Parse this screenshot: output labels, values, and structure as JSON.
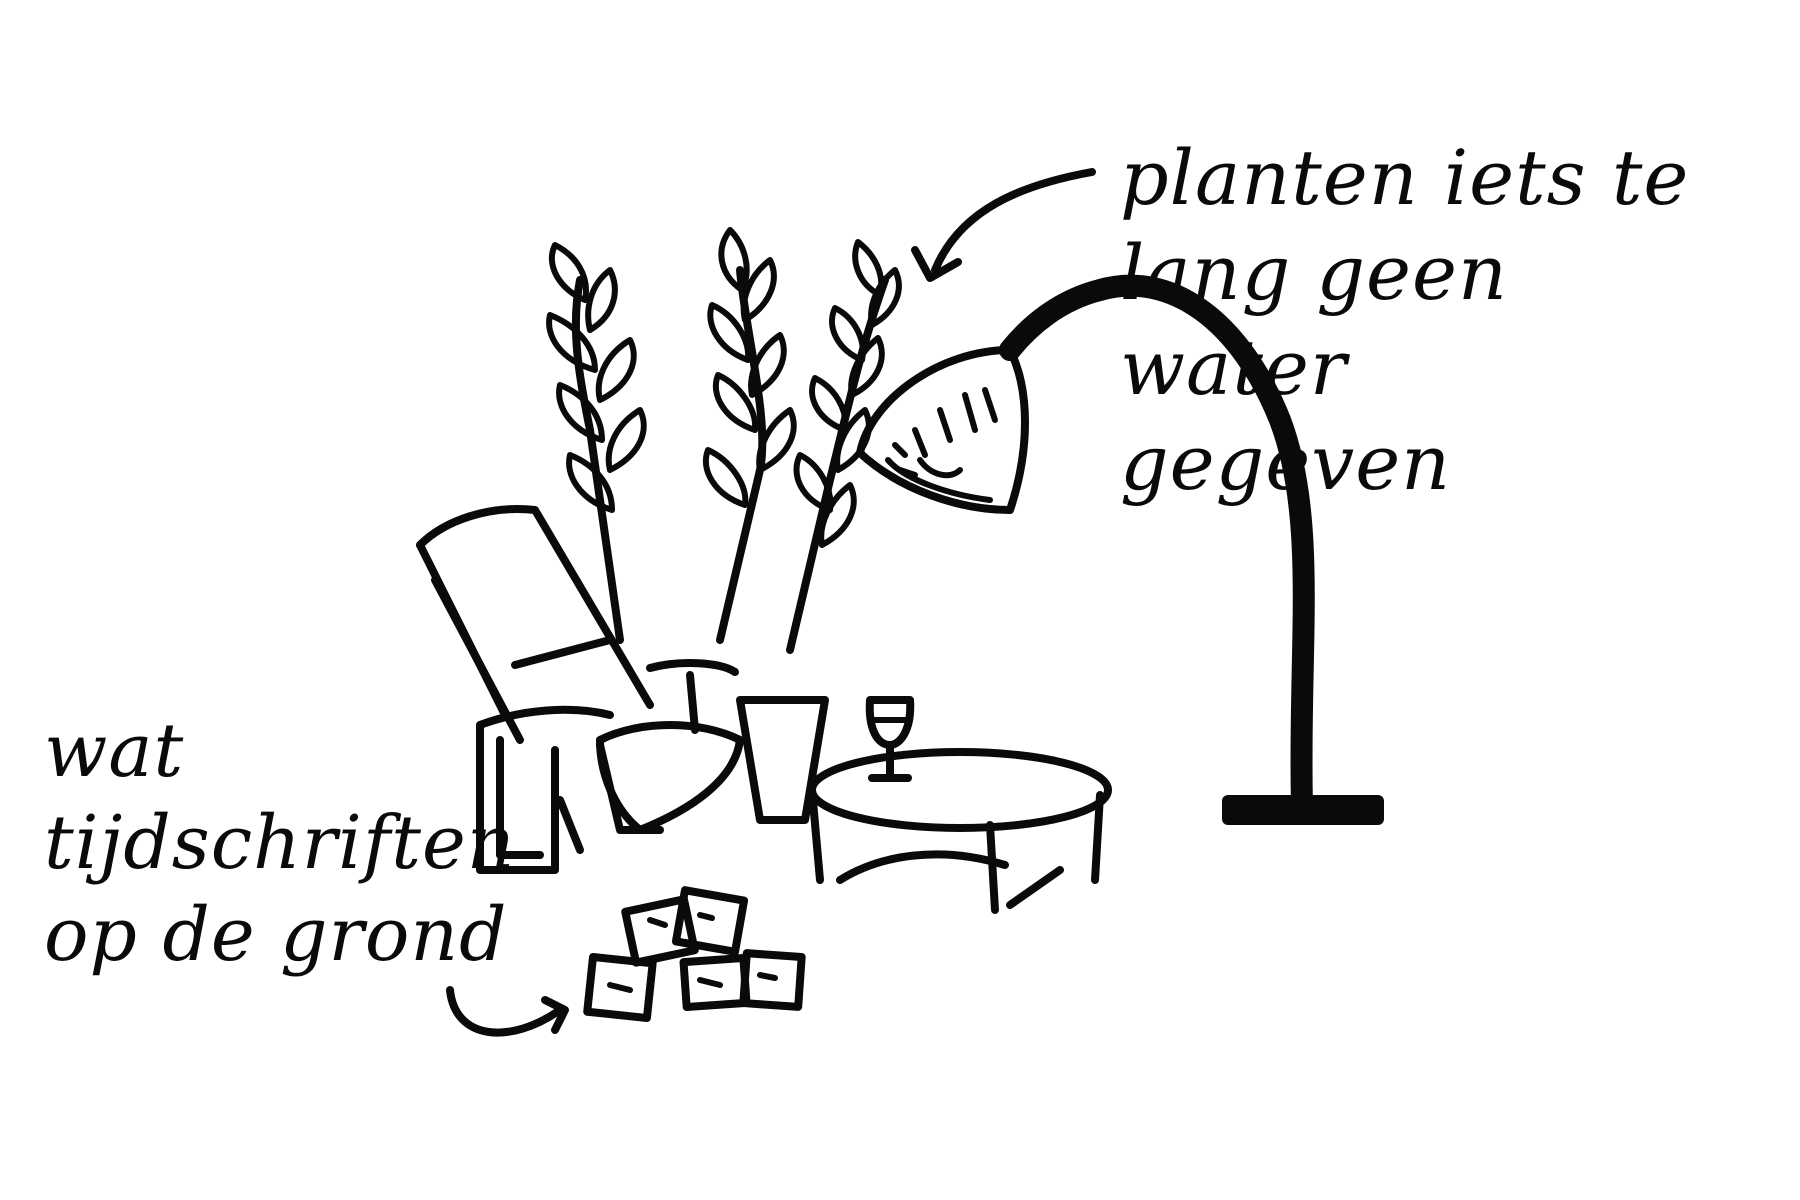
{
  "annotations": {
    "plants_note": {
      "lines": [
        "planten iets te",
        "lang geen",
        "water",
        "gegeven"
      ]
    },
    "magazines_note": {
      "lines": [
        "wat",
        "tijdschriften",
        "op de grond"
      ]
    }
  },
  "objects": {
    "plants": "potted-plants",
    "lamp": "arc-floor-lamp",
    "chair": "lounge-chair",
    "table": "coffee-table",
    "glass": "wine-glass",
    "magazines": "magazines-on-floor"
  },
  "colors": {
    "ink": "#0a0a0a",
    "paper": "#ffffff"
  }
}
